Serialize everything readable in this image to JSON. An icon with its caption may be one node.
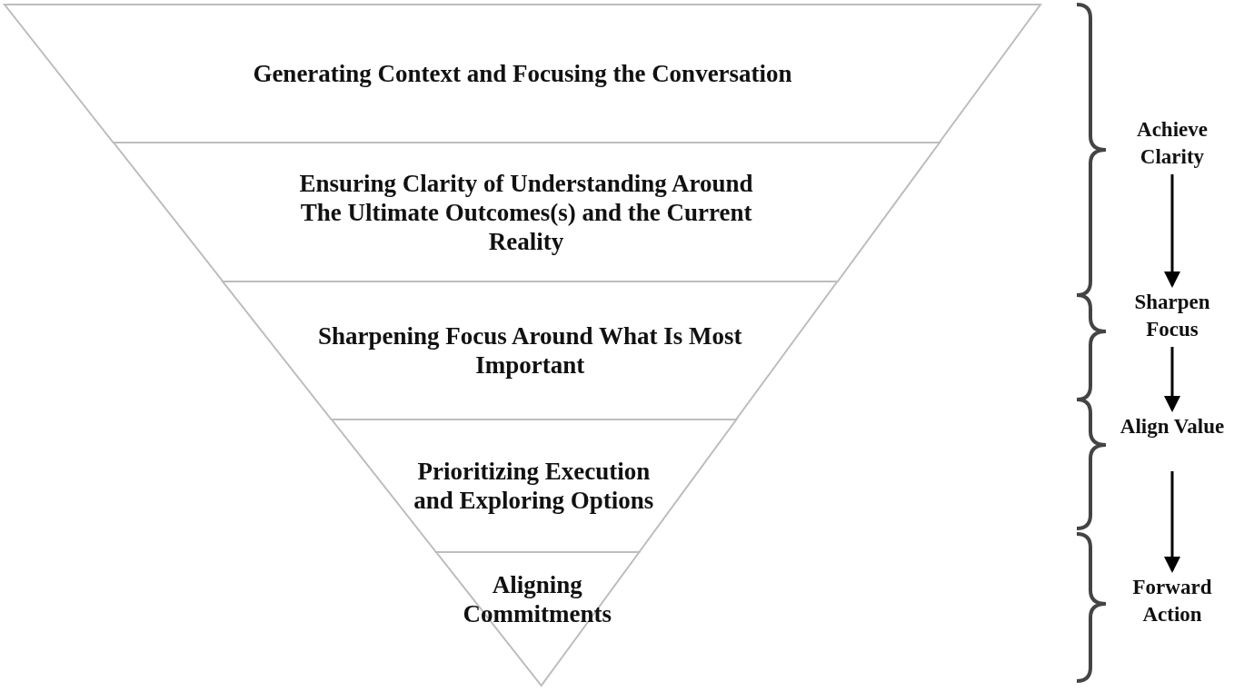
{
  "diagram": {
    "nodes": [
      {
        "text": [
          "Generating Context and Focusing the Conversation"
        ]
      },
      {
        "text": [
          "Ensuring Clarity of Understanding Around The Ultimate Outcomes(s) and the Current Reality"
        ]
      },
      {
        "text": [
          "Sharpening Focus Around What Is Most Important"
        ]
      },
      {
        "text": [
          "Prioritizing Execution and Exploring Options"
        ]
      },
      {
        "text": [
          "Aligning Commitments"
        ]
      },
      {
        "text": [
          "Achieve Clarity"
        ]
      },
      {
        "text": [
          "Sharpen Focus"
        ]
      },
      {
        "text": [
          "Align Value"
        ]
      },
      {
        "text": [
          "Forward Action"
        ]
      }
    ],
    "edges": [
      {
        "from": 5,
        "to": 6,
        "arrow": "to"
      },
      {
        "from": 6,
        "to": 7,
        "arrow": "to"
      },
      {
        "from": 7,
        "to": 8,
        "arrow": "to"
      }
    ]
  }
}
